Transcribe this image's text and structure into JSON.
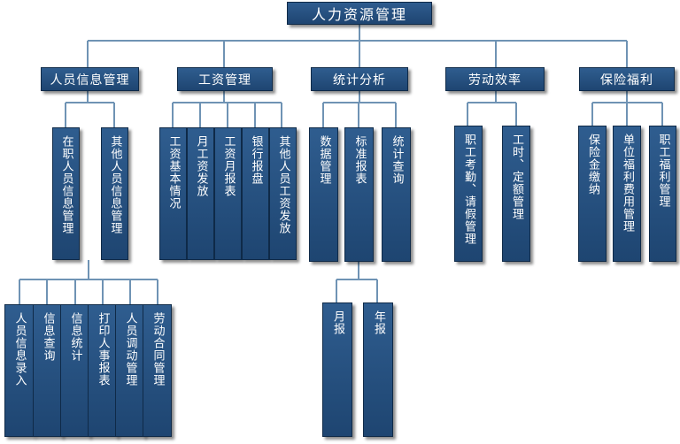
{
  "root": {
    "label": "人力资源管理"
  },
  "l1": [
    {
      "label": "人员信息管理"
    },
    {
      "label": "工资管理"
    },
    {
      "label": "统计分析"
    },
    {
      "label": "劳动效率"
    },
    {
      "label": "保险福利"
    }
  ],
  "personnel_groups": [
    {
      "label": "在职人员信息管理"
    },
    {
      "label": "其他人员信息管理"
    }
  ],
  "personnel_leaves": [
    {
      "label": "人员信息录入"
    },
    {
      "label": "信息查询"
    },
    {
      "label": "信息统计"
    },
    {
      "label": "打印人事报表"
    },
    {
      "label": "人员调动管理"
    },
    {
      "label": "劳动合同管理"
    }
  ],
  "salary_items": [
    {
      "label": "工资基本情况"
    },
    {
      "label": "月工资发放"
    },
    {
      "label": "工资月报表"
    },
    {
      "label": "银行报盘"
    },
    {
      "label": "其他人员工资发放"
    }
  ],
  "stats_items": [
    {
      "label": "数据管理"
    },
    {
      "label": "标准报表"
    },
    {
      "label": "统计查询"
    }
  ],
  "report_items": [
    {
      "label": "月报"
    },
    {
      "label": "年报"
    }
  ],
  "efficiency_items": [
    {
      "label": "职工考勤、请假管理"
    },
    {
      "label": "工时、定额管理"
    }
  ],
  "welfare_items": [
    {
      "label": "保险金缴纳"
    },
    {
      "label": "单位福利费用管理"
    },
    {
      "label": "职工福利管理"
    }
  ]
}
